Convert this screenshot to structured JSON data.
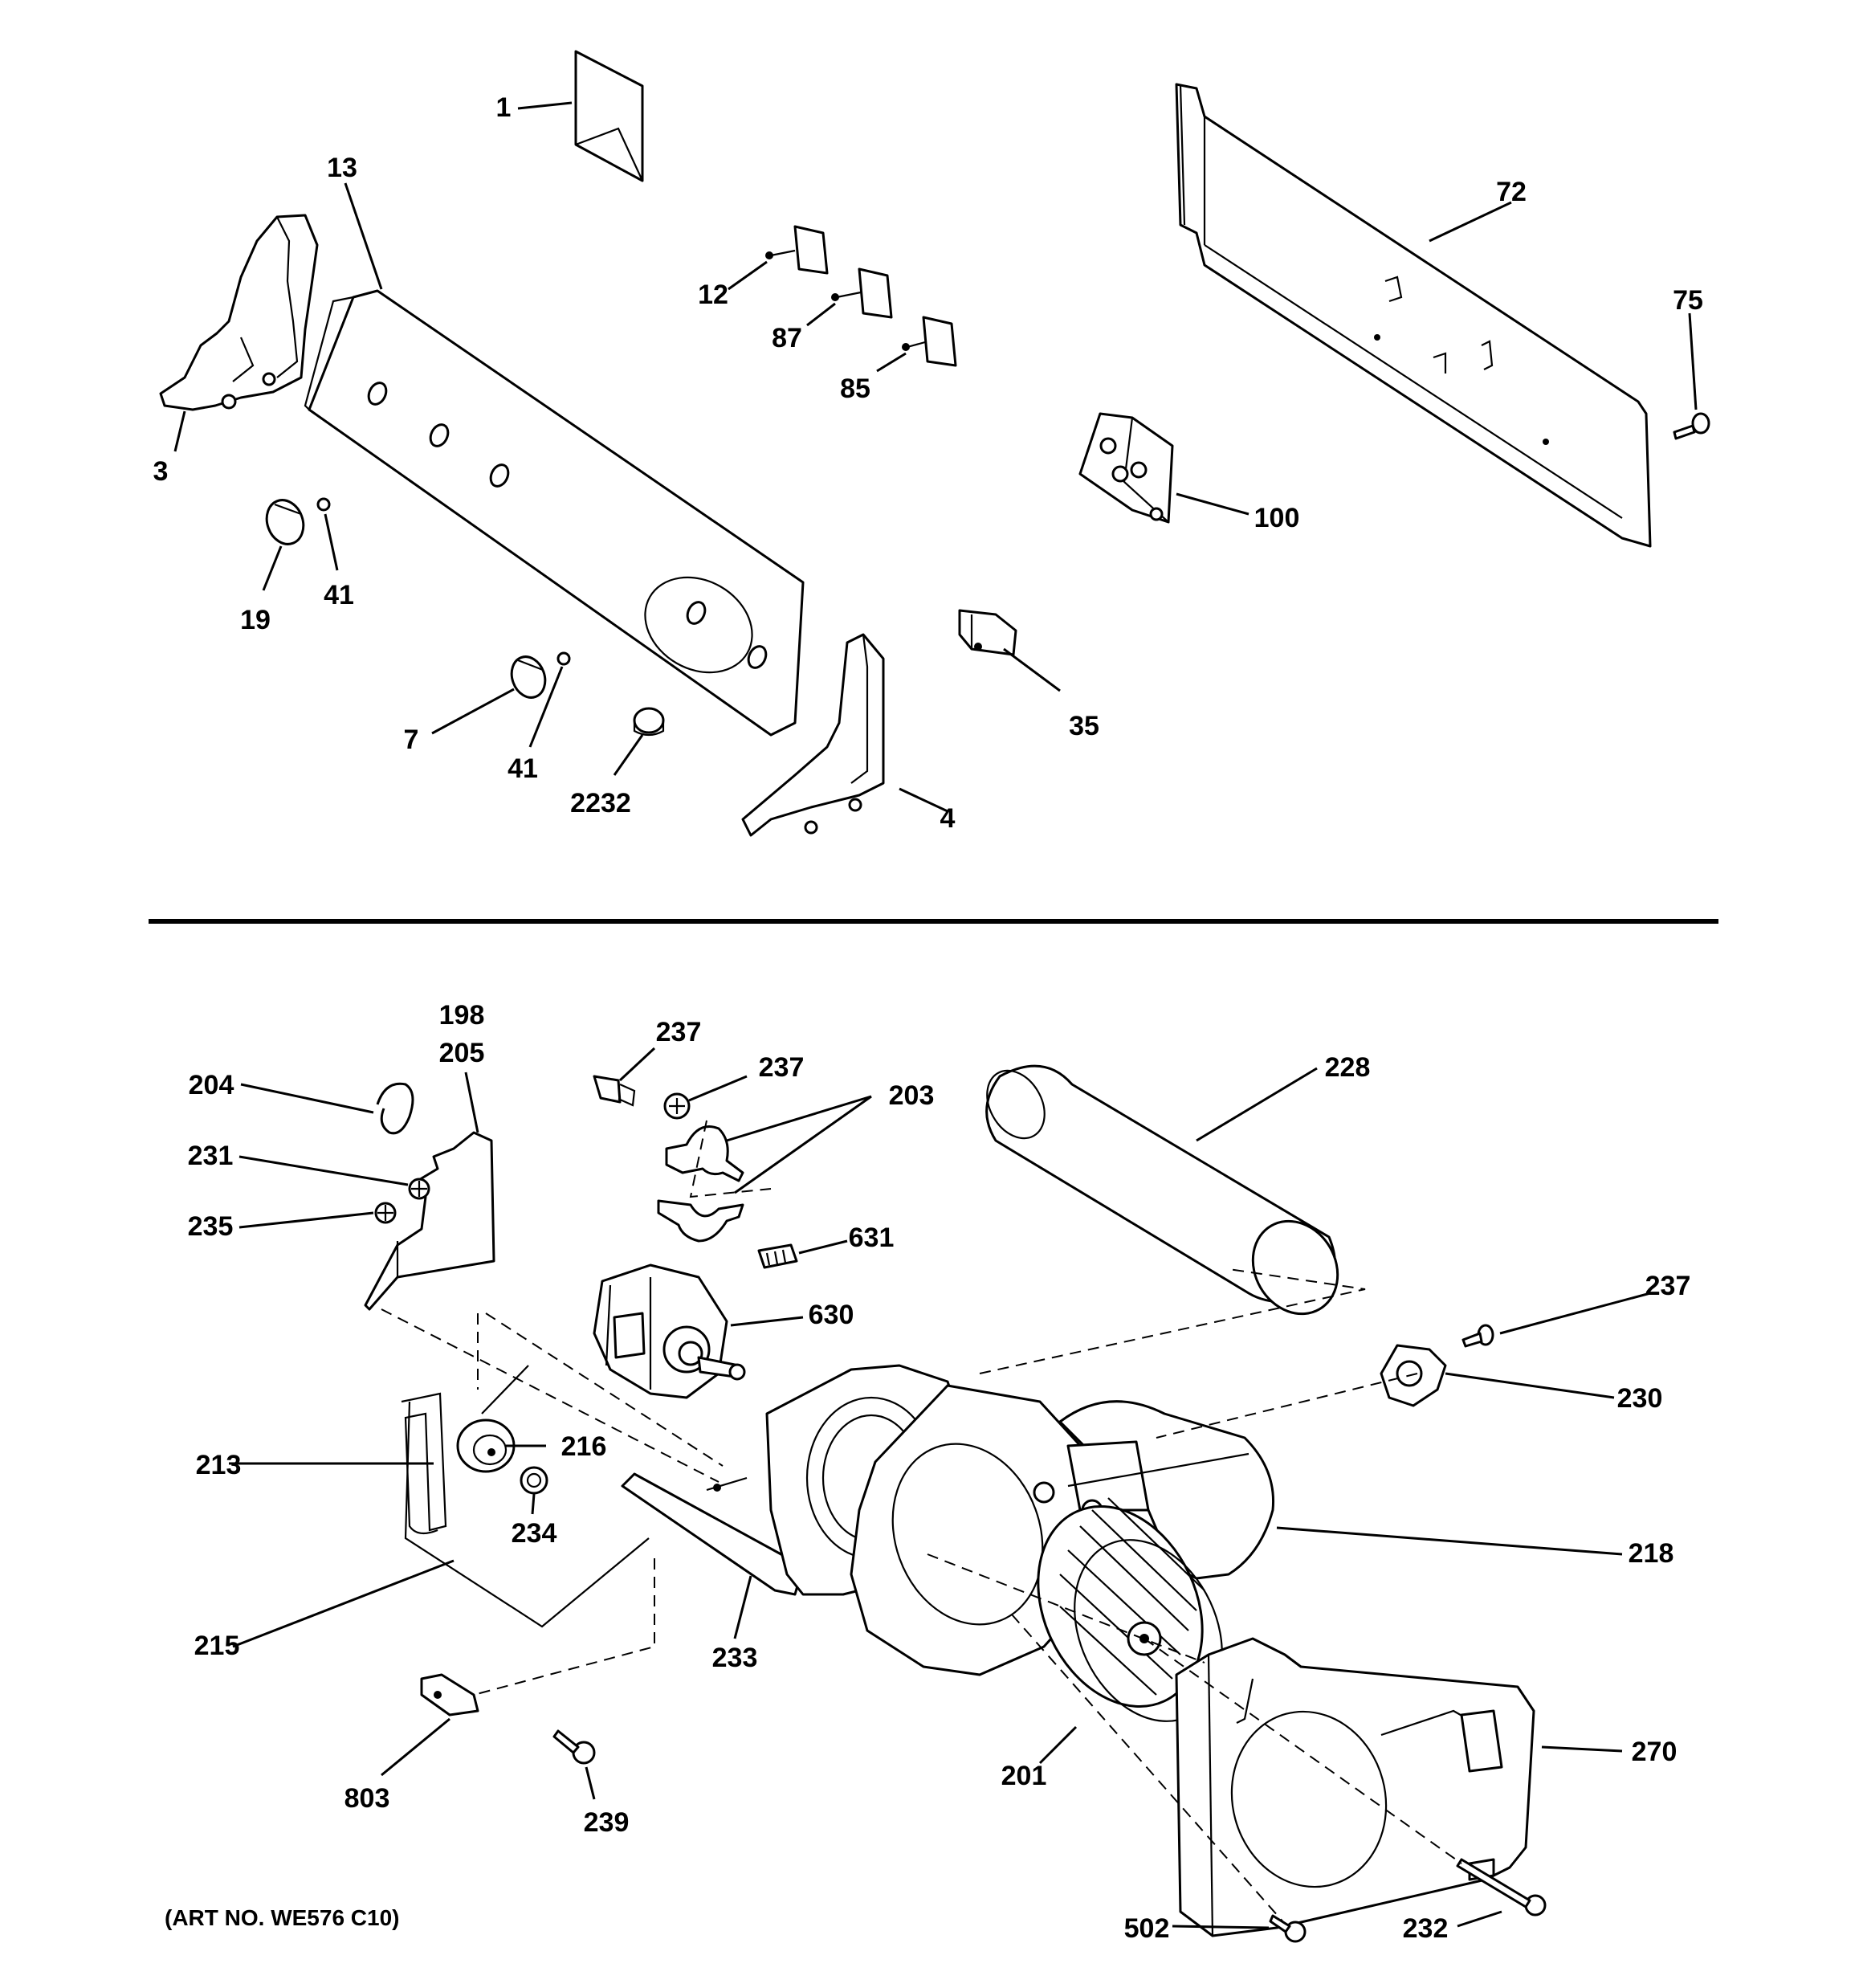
{
  "art_number": "(ART NO. WE576 C10)",
  "callouts": {
    "c1": "1",
    "c13": "13",
    "c3": "3",
    "c19": "19",
    "c41a": "41",
    "c7": "7",
    "c41b": "41",
    "c2232": "2232",
    "c4": "4",
    "c12": "12",
    "c87": "87",
    "c85": "85",
    "c72": "72",
    "c75": "75",
    "c100": "100",
    "c35": "35",
    "c198": "198",
    "c205": "205",
    "c204": "204",
    "c231": "231",
    "c235": "235",
    "c237a": "237",
    "c237b": "237",
    "c203": "203",
    "c228": "228",
    "c631": "631",
    "c630": "630",
    "c237c": "237",
    "c230": "230",
    "c213": "213",
    "c216": "216",
    "c234": "234",
    "c218": "218",
    "c215": "215",
    "c233": "233",
    "c270": "270",
    "c201": "201",
    "c803": "803",
    "c239": "239",
    "c502": "502",
    "c232": "232"
  }
}
